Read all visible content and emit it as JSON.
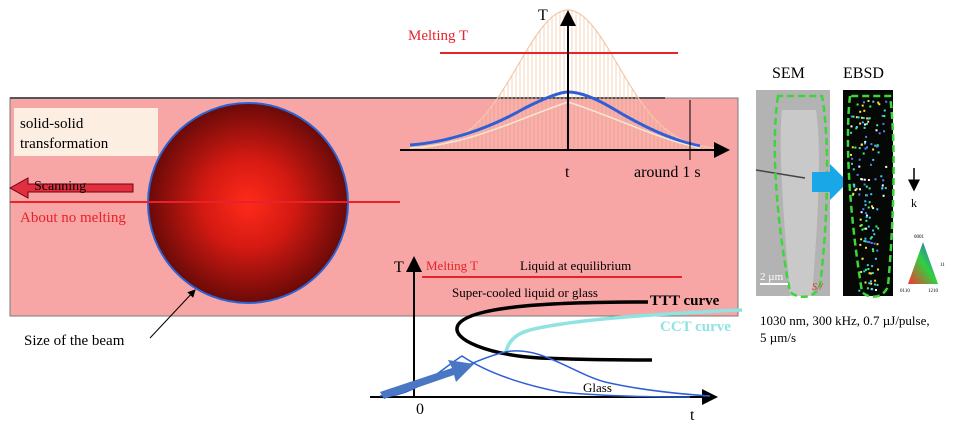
{
  "slab": {
    "box_label_line1": "solid-solid",
    "box_label_line2": "transformation",
    "scanning": "Scanning",
    "about_no_melting": "About no melting",
    "beam_label": "Size of the beam"
  },
  "top_plot": {
    "y_axis": "T",
    "x_axis": "t",
    "melting": "Melting T",
    "time_note": "around 1 s"
  },
  "ttt_plot": {
    "y_axis": "T",
    "x_axis": "t",
    "origin": "0",
    "melting": "Melting T",
    "liquid": "Liquid at equilibrium",
    "supercooled": "Super-cooled liquid or glass",
    "ttt": "TTT curve",
    "cct": "CCT curve",
    "glass": "Glass"
  },
  "images": {
    "sem_title": "SEM",
    "ebsd_title": "EBSD",
    "scale": "2 µm",
    "s_mark": "S//",
    "k_label": "k",
    "caption_line1": "1030 nm, 300 kHz, 0.7 µJ/pulse,",
    "caption_line2": "5 µm/s",
    "ipf_top": "0001",
    "ipf_left": "0110",
    "ipf_right": "1210",
    "ipf_side": "11"
  },
  "colors": {
    "slab": "#f7a5a5",
    "melting_line": "#e8222a",
    "temp_curve": "#2f5fd6",
    "cct": "#8fe3e0",
    "arrow_blue": "#4a77c4",
    "ebsd_arrow": "#1aa7e8"
  }
}
